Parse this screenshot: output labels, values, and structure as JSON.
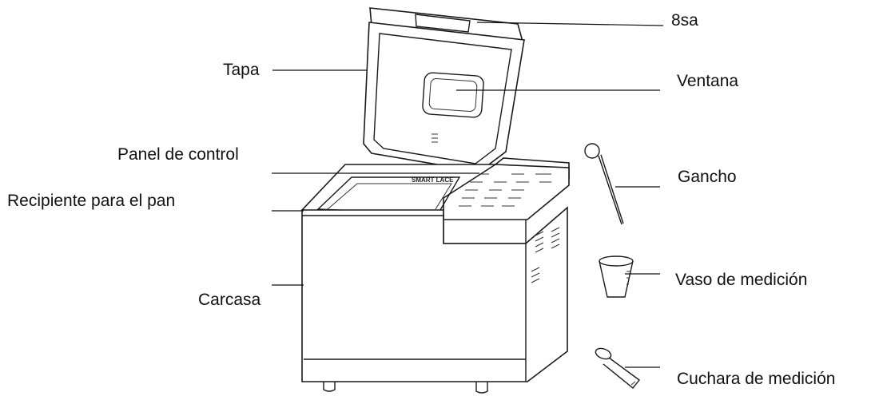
{
  "labels": {
    "bisagra": "8sa",
    "tapa": "Tapa",
    "ventana": "Ventana",
    "panel": "Panel de control",
    "gancho": "Gancho",
    "recipiente": "Recipiente para el pan",
    "vaso": "Vaso de medición",
    "carcasa": "Carcasa",
    "cuchara": "Cuchara de medición"
  },
  "panel_text": "SMART LACE"
}
